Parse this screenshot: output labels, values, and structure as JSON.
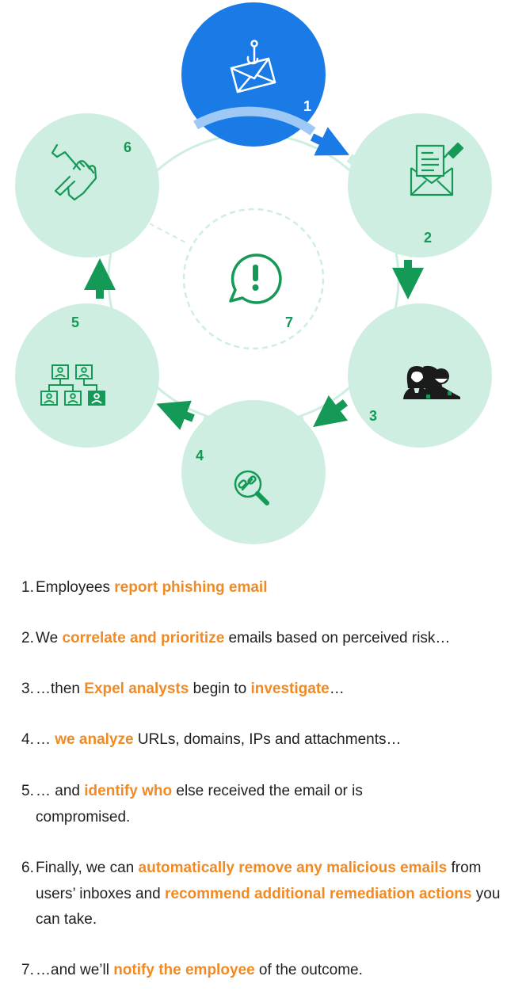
{
  "diagram": {
    "nodes": [
      {
        "number": "1",
        "icon": "phishing-email-icon",
        "fill": "#1a7be6"
      },
      {
        "number": "2",
        "icon": "email-document-icon",
        "fill": "#cdeee0"
      },
      {
        "number": "3",
        "icon": "analysts-icon",
        "fill": "#cdeee0"
      },
      {
        "number": "4",
        "icon": "link-search-icon",
        "fill": "#cdeee0"
      },
      {
        "number": "5",
        "icon": "org-chart-icon",
        "fill": "#cdeee0"
      },
      {
        "number": "6",
        "icon": "wrench-hand-icon",
        "fill": "#cdeee0"
      },
      {
        "number": "7",
        "icon": "alert-speech-bubble-icon",
        "fill": "#ffffff"
      }
    ],
    "colors": {
      "accent_green": "#149a56",
      "accent_blue": "#1a7be6",
      "highlight_orange": "#f08a24",
      "light_green": "#cdeee0"
    }
  },
  "steps": [
    {
      "number": "1.",
      "segments": [
        {
          "text": "Employees ",
          "bold": false
        },
        {
          "text": "report phishing email",
          "bold": true
        }
      ]
    },
    {
      "number": "2.",
      "segments": [
        {
          "text": "We ",
          "bold": false
        },
        {
          "text": "correlate and prioritize",
          "bold": true
        },
        {
          "text": " emails based on perceived risk…",
          "bold": false
        }
      ]
    },
    {
      "number": "3.",
      "segments": [
        {
          "text": "…then ",
          "bold": false
        },
        {
          "text": "Expel analysts",
          "bold": true
        },
        {
          "text": " begin to ",
          "bold": false
        },
        {
          "text": "investigate",
          "bold": true
        },
        {
          "text": "…",
          "bold": false
        }
      ]
    },
    {
      "number": "4.",
      "segments": [
        {
          "text": "… ",
          "bold": false
        },
        {
          "text": "we analyze",
          "bold": true
        },
        {
          "text": " URLs, domains, IPs and attachments…",
          "bold": false
        }
      ]
    },
    {
      "number": "5.",
      "segments": [
        {
          "text": "… and ",
          "bold": false
        },
        {
          "text": "identify who",
          "bold": true
        },
        {
          "text": " else received the email or is compromised.",
          "bold": false
        }
      ]
    },
    {
      "number": "6.",
      "segments": [
        {
          "text": "Finally, we can ",
          "bold": false
        },
        {
          "text": "automatically remove any malicious emails",
          "bold": true
        },
        {
          "text": " from users’ inboxes and ",
          "bold": false
        },
        {
          "text": "recommend additional remediation actions",
          "bold": true
        },
        {
          "text": " you can take.",
          "bold": false
        }
      ]
    },
    {
      "number": "7.",
      "segments": [
        {
          "text": "…and we’ll ",
          "bold": false
        },
        {
          "text": "notify the employee",
          "bold": true
        },
        {
          "text": " of the outcome.",
          "bold": false
        }
      ]
    }
  ]
}
